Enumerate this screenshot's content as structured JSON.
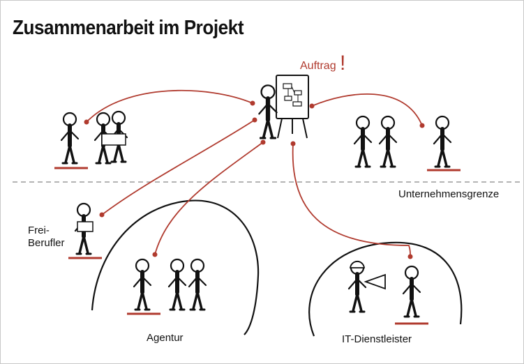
{
  "title": "Zusammenarbeit im Projekt",
  "labels": {
    "auftrag": "Auftrag",
    "auftrag_mark": "!",
    "boundary": "Unternehmensgrenze",
    "freelancer_line1": "Frei-",
    "freelancer_line2": "Berufler",
    "agency": "Agentur",
    "it_provider": "IT-Dienstleister"
  },
  "colors": {
    "accent": "#b03a2e",
    "ink": "#111111",
    "boundary_line": "#9a9a9a"
  }
}
